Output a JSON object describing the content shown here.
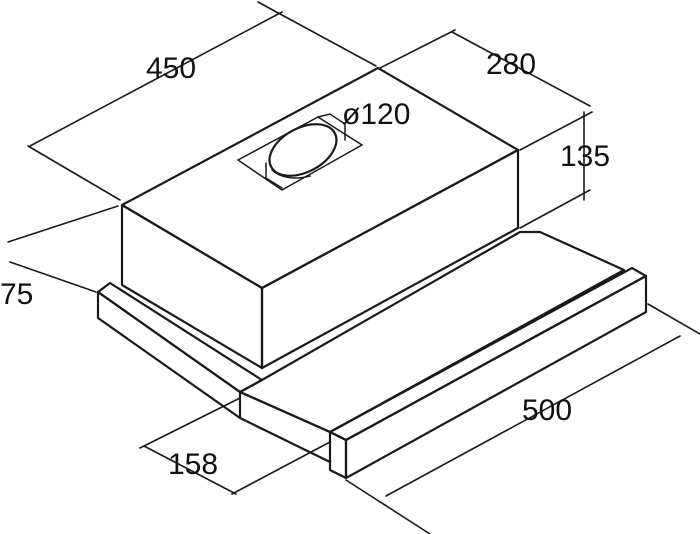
{
  "diagram": {
    "kind": "range hood dimensional drawing",
    "line_color": "#1a1a1a",
    "background": "#ffffff",
    "dimensions": {
      "width": "450",
      "depth": "280",
      "height": "135",
      "duct": "ø120",
      "side": "75",
      "front": "158",
      "extended": "500"
    }
  }
}
